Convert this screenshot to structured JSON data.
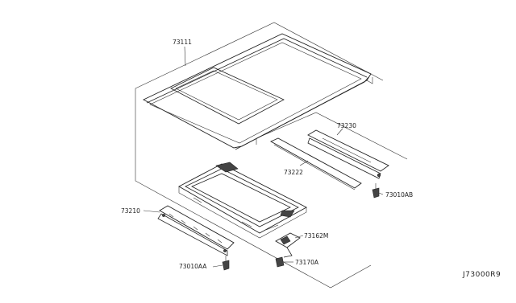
{
  "parts": {
    "roof_panel": "73111",
    "rail_rear": "73230",
    "rail_front": "73222",
    "sunroof_frame": "73210",
    "bracket": "73162M",
    "bracket_clip": "73170A",
    "clip_right": "73010AB",
    "clip_left": "73010AA"
  },
  "diagram_code": "J73000R9"
}
